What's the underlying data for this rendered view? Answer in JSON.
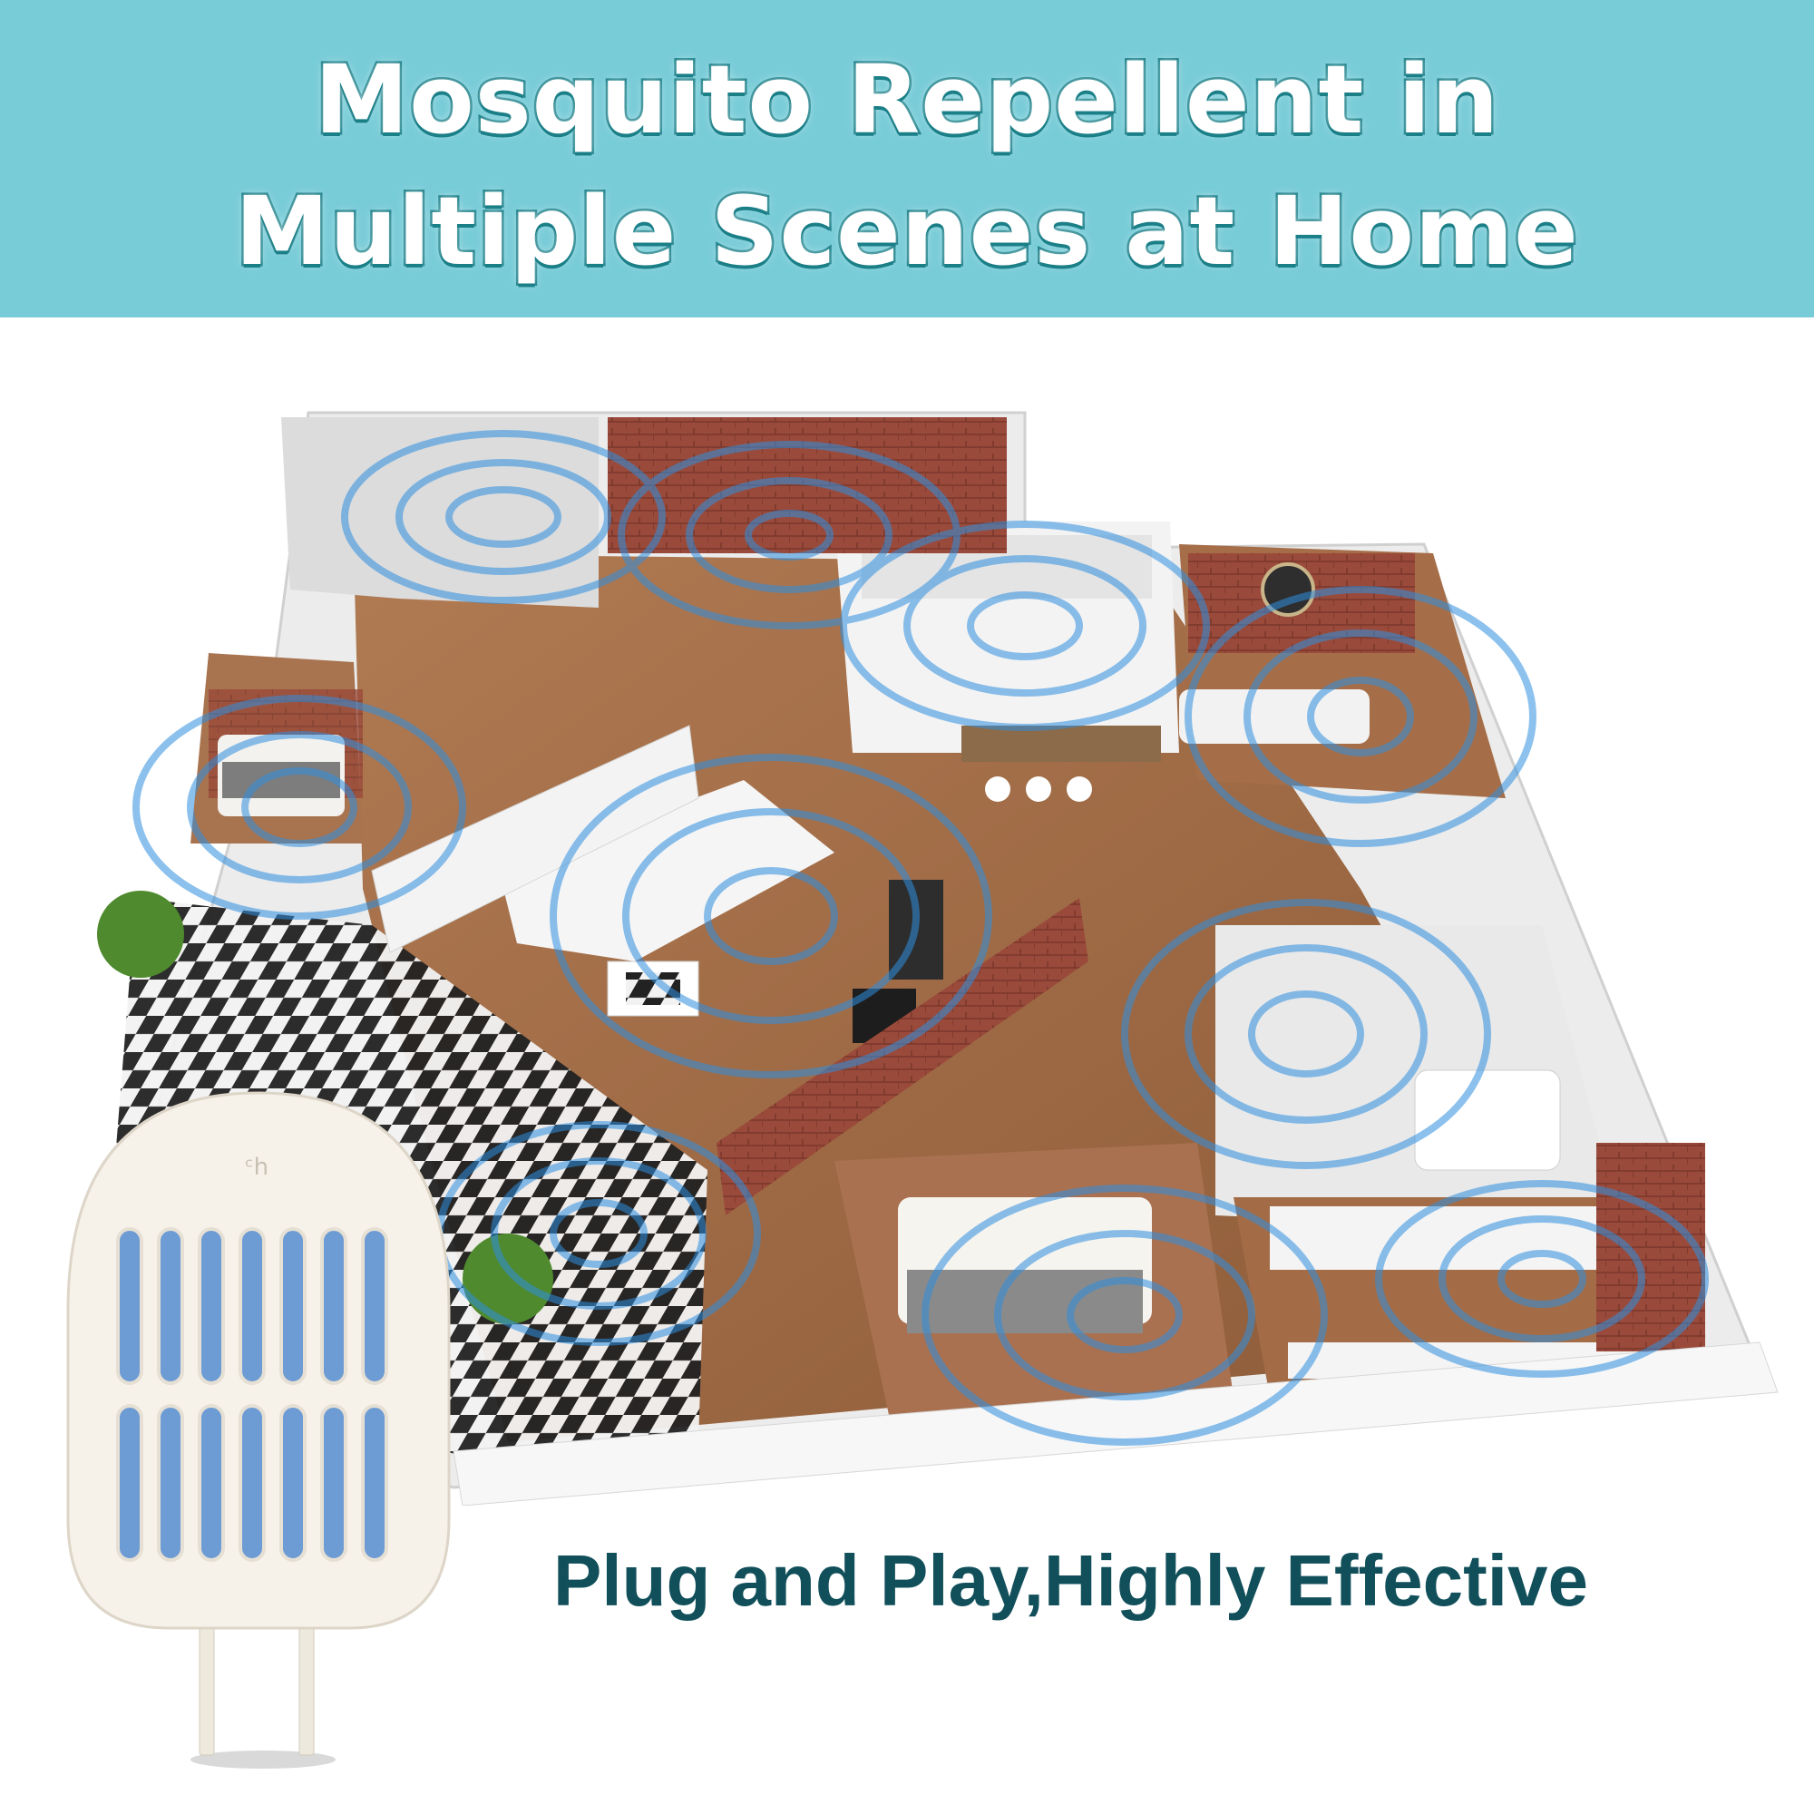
{
  "header": {
    "title_line1": "Mosquito Repellent in",
    "title_line2": "Multiple Scenes at Home"
  },
  "tagline": "Plug and Play,Highly Effective",
  "colors": {
    "banner": "#78ccd8",
    "title_outline": "#1b7f88",
    "tagline": "#114f5a",
    "wave": "#2f8fe0",
    "brick": "#9a4a3a",
    "wood_floor": "#9c6a45"
  },
  "icons": {
    "device": "mosquito-repellent-device-icon",
    "waves": "repellent-wave-icon"
  }
}
